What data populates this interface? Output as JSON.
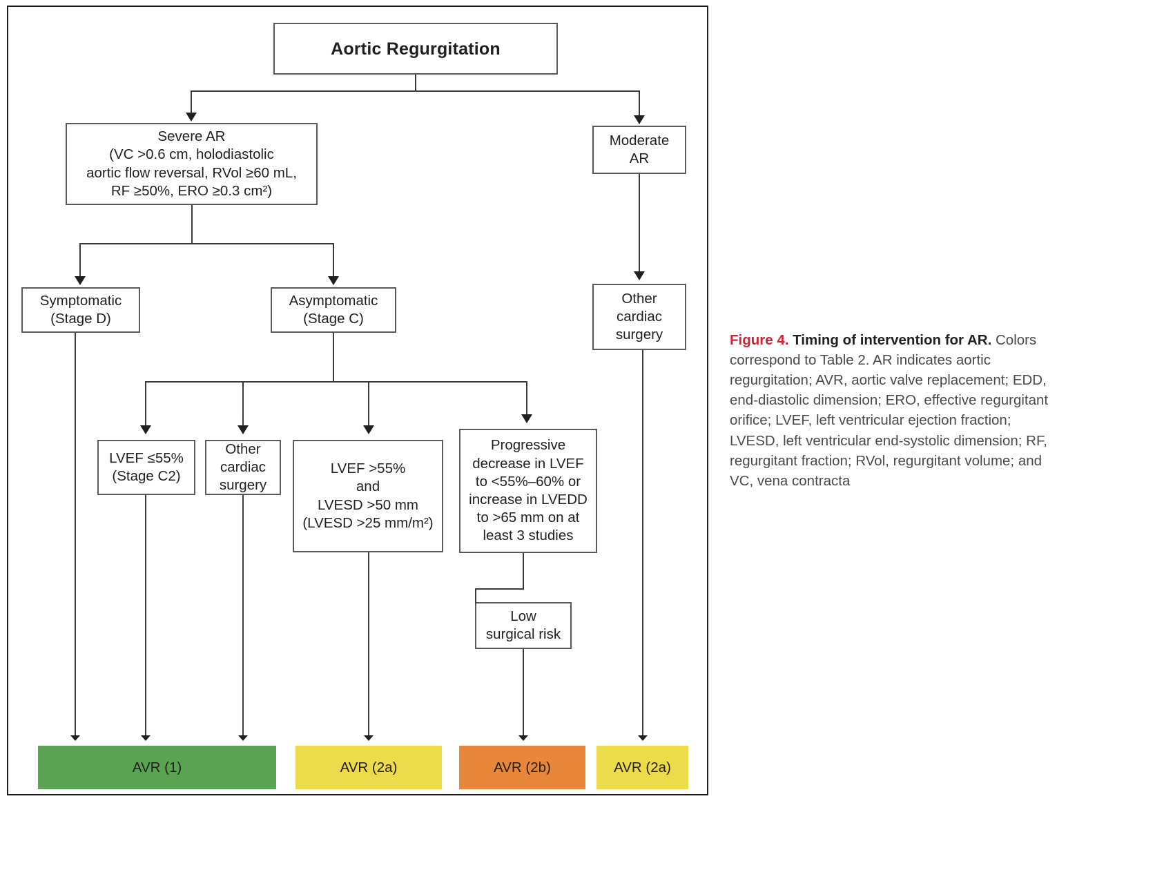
{
  "figure": {
    "number_label": "Figure 4.",
    "title": "Timing of intervention for AR.",
    "body": "Colors correspond to Table 2. AR indicates aortic regurgitation; AVR, aortic valve replacement; EDD, end-diastolic dimension; ERO, effective regurgitant orifice; LVEF, left ventricular ejection fraction; LVESD, left ventricular end-systolic dimension; RF, regurgitant fraction; RVol, regurgitant volume; and VC, vena contracta",
    "number_color": "#cf2232",
    "title_color": "#231f20"
  },
  "chart_data": {
    "type": "diagram",
    "title": "Timing of intervention for AR",
    "nodes": [
      {
        "id": "root",
        "label": "Aortic Regurgitation",
        "style": "bold"
      },
      {
        "id": "severe_ar",
        "label": "Severe AR\n(VC >0.6 cm, holodiastolic\naortic flow reversal, RVol ≥60 mL,\nRF ≥50%, ERO ≥0.3 cm²)"
      },
      {
        "id": "moderate_ar",
        "label": "Moderate\nAR"
      },
      {
        "id": "symptomatic",
        "label": "Symptomatic\n(Stage D)"
      },
      {
        "id": "asymptomatic",
        "label": "Asymptomatic\n(Stage C)"
      },
      {
        "id": "other_cardiac_surgery_right",
        "label": "Other\ncardiac\nsurgery"
      },
      {
        "id": "lvef_55_low",
        "label": "LVEF ≤55%\n(Stage C2)"
      },
      {
        "id": "other_cardiac_surgery_mid",
        "label": "Other\ncardiac\nsurgery"
      },
      {
        "id": "lvef_55_high",
        "label": "LVEF >55%\nand\nLVESD >50 mm\n(LVESD >25 mm/m²)"
      },
      {
        "id": "progressive",
        "label": "Progressive\ndecrease in LVEF\nto <55%–60% or\nincrease in LVEDD\nto >65 mm on at\nleast 3 studies"
      },
      {
        "id": "low_surgical_risk",
        "label": "Low\nsurgical risk"
      }
    ],
    "outcomes": [
      {
        "id": "avr_1",
        "label": "AVR (1)",
        "color": "#5aa353"
      },
      {
        "id": "avr_2a_left",
        "label": "AVR (2a)",
        "color": "#ecdb4b"
      },
      {
        "id": "avr_2b",
        "label": "AVR (2b)",
        "color": "#e8873a"
      },
      {
        "id": "avr_2a_right",
        "label": "AVR (2a)",
        "color": "#ecdb4b"
      }
    ],
    "edges": [
      {
        "from": "root",
        "to": "severe_ar"
      },
      {
        "from": "root",
        "to": "moderate_ar"
      },
      {
        "from": "severe_ar",
        "to": "symptomatic"
      },
      {
        "from": "severe_ar",
        "to": "asymptomatic"
      },
      {
        "from": "moderate_ar",
        "to": "other_cardiac_surgery_right"
      },
      {
        "from": "asymptomatic",
        "to": "lvef_55_low"
      },
      {
        "from": "asymptomatic",
        "to": "other_cardiac_surgery_mid"
      },
      {
        "from": "asymptomatic",
        "to": "lvef_55_high"
      },
      {
        "from": "asymptomatic",
        "to": "progressive"
      },
      {
        "from": "symptomatic",
        "to": "avr_1"
      },
      {
        "from": "lvef_55_low",
        "to": "avr_1"
      },
      {
        "from": "other_cardiac_surgery_mid",
        "to": "avr_1"
      },
      {
        "from": "lvef_55_high",
        "to": "avr_2a_left"
      },
      {
        "from": "progressive",
        "to": "low_surgical_risk"
      },
      {
        "from": "low_surgical_risk",
        "to": "avr_2b"
      },
      {
        "from": "other_cardiac_surgery_right",
        "to": "avr_2a_right"
      }
    ],
    "legend_note": "Colors correspond to Table 2."
  }
}
